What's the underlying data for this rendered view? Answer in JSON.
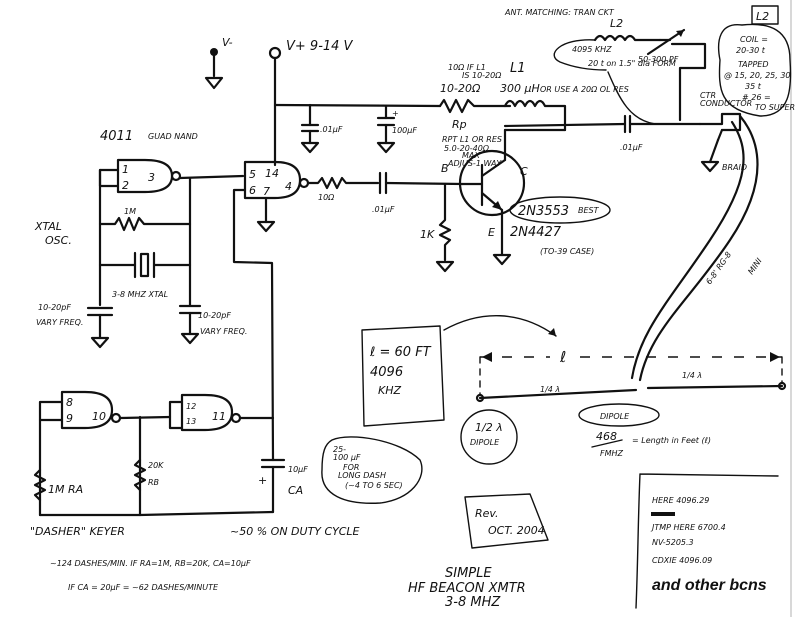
{
  "title": {
    "line1": "SIMPLE",
    "line2": "HF BEACON XMTR",
    "line3": "3-8 MHZ"
  },
  "revision": {
    "line1": "Rev.",
    "line2": "OCT. 2004"
  },
  "power": {
    "vminus": "V-",
    "vplus": "V+ 9-14 V"
  },
  "chip": {
    "label": "4011",
    "desc": "GUAD NAND"
  },
  "oscillator": {
    "label_line1": "XTAL",
    "label_line2": "OSC.",
    "gate1_pins": [
      "1",
      "2",
      "3"
    ],
    "feedback_resistor": "1M",
    "crystal": "3-8 MHZ XTAL",
    "cap_left": "10-20pF",
    "cap_left_note": "VARY FREQ.",
    "cap_right": "10-20pF",
    "cap_right_note": "VARY FREQ."
  },
  "buffer": {
    "gate_pins": [
      "5",
      "14",
      "4",
      "6",
      "7"
    ],
    "series_resistor": "10Ω",
    "coupling_cap": ".01μF"
  },
  "supply_filter": {
    "cap1": ".01μF",
    "cap2": "100μF",
    "cap2_polarity": "+"
  },
  "amplifier": {
    "base_resistor": "1K",
    "base_label": "B",
    "collector_label": "C",
    "emitter_label": "E",
    "transistor_alt": "2N3553",
    "transistor_alt_note": "BEST",
    "transistor": "2N4427",
    "case": "(TO-39 CASE)",
    "rp_label": "Rp",
    "rp_note_line1": "RPT L1 OR RES",
    "rp_note_line2": "5.0-20-40Ω",
    "rp_note_line3": "MAX",
    "rp_note_line4": "ADJUS-1 WAY",
    "rp_value_top": "10Ω IF L1",
    "rp_value_top2": "IS 10-20Ω",
    "rp_value": "10-20Ω",
    "l1_label": "L1",
    "l1_value": "300 μH",
    "l1_note": "OR USE A 20Ω OL RES",
    "output_cap": ".01μF"
  },
  "antenna_match": {
    "title": "ANT. MATCHING: TRAN CKT",
    "l2_label": "L2",
    "l2_freq": "4095 KHZ",
    "l2_turns": "20 t on 1.5\" dia FORM",
    "variable_cap": "50-300 PF",
    "ctr_label": "CTR",
    "ctr_note": "CONDUCTOR",
    "braid_label": "BRAID",
    "coil_tag": "L2",
    "coil_line1": "COIL =",
    "coil_line2": "20-30 t",
    "coil_line3": "TAPPED",
    "coil_line4": "@ 15, 20, 25, 30",
    "coil_line5": "35 t",
    "coil_line6": "# 26 =",
    "coil_line7": "TO SUPER"
  },
  "feedline": {
    "label": "6-8' RG-8",
    "label2": "MINI"
  },
  "dipole": {
    "length_symbol": "ℓ",
    "left_half": "1/4 λ",
    "right_half": "1/4 λ",
    "box_line1": "ℓ = 60 FT",
    "box_line2": "4096",
    "box_line3": "KHZ",
    "half_wave_line1": "1/2 λ",
    "half_wave_line2": "DIPOLE",
    "dipole_tag": "DIPOLE",
    "formula_num": "468",
    "formula_den": "FMHZ",
    "formula_result": "= Length in Feet (ℓ)"
  },
  "keyer": {
    "gate3_pins": [
      "8",
      "9",
      "10"
    ],
    "gate4_pins": [
      "12",
      "13",
      "11"
    ],
    "ra_label": "1M RA",
    "rb_value": "20K",
    "rb_label": "RB",
    "ca_value": "10μF",
    "ca_label": "CA",
    "ca_polarity": "+",
    "long_dash_line1": "25-",
    "long_dash_line2": "100 μF",
    "long_dash_line3": "FOR",
    "long_dash_line4": "LONG DASH",
    "long_dash_line5": "(~4 TO 6 SEC)",
    "title": "\"DASHER\" KEYER",
    "duty": "~50 % ON DUTY CYCLE",
    "rate_line1": "~124 DASHES/MIN. IF RA=1M, RB=20K, CA=10μF",
    "rate_line2": "IF CA = 20μF = ~62 DASHES/MINUTE"
  },
  "beacons": {
    "items": [
      "HERE 4096.29",
      "JTMP HERE 6700.4",
      "NV-5205.3",
      "CDXIE 4096.09"
    ],
    "footer": "and other bcns"
  }
}
